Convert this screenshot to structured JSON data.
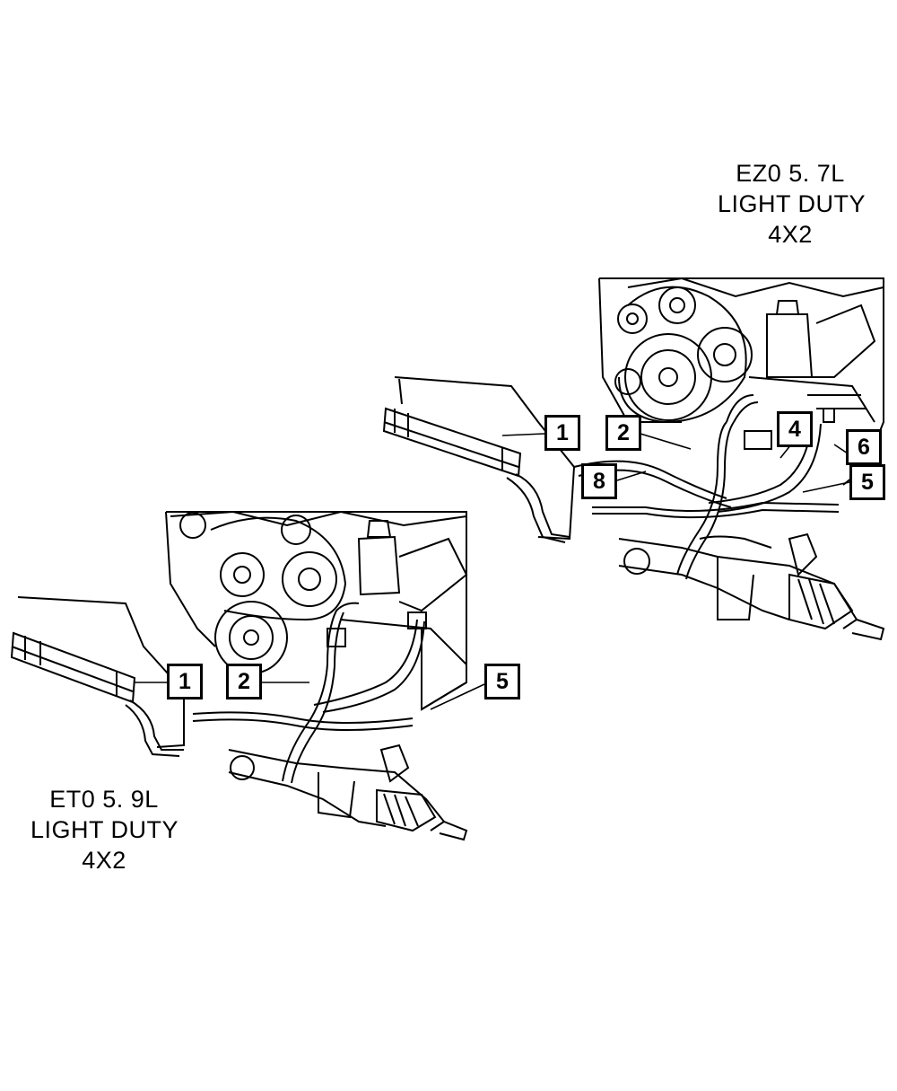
{
  "captions": {
    "top_right": {
      "line1": "EZ0 5. 7L",
      "line2": "LIGHT DUTY",
      "line3": "4X2"
    },
    "bottom_left": {
      "line1": "ET0 5. 9L",
      "line2": "LIGHT DUTY",
      "line3": "4X2"
    }
  },
  "callouts": {
    "upper": [
      "1",
      "2",
      "4",
      "6",
      "5",
      "8"
    ],
    "lower": [
      "1",
      "2",
      "5"
    ]
  },
  "colors": {
    "line": "#000000",
    "background": "#ffffff"
  }
}
